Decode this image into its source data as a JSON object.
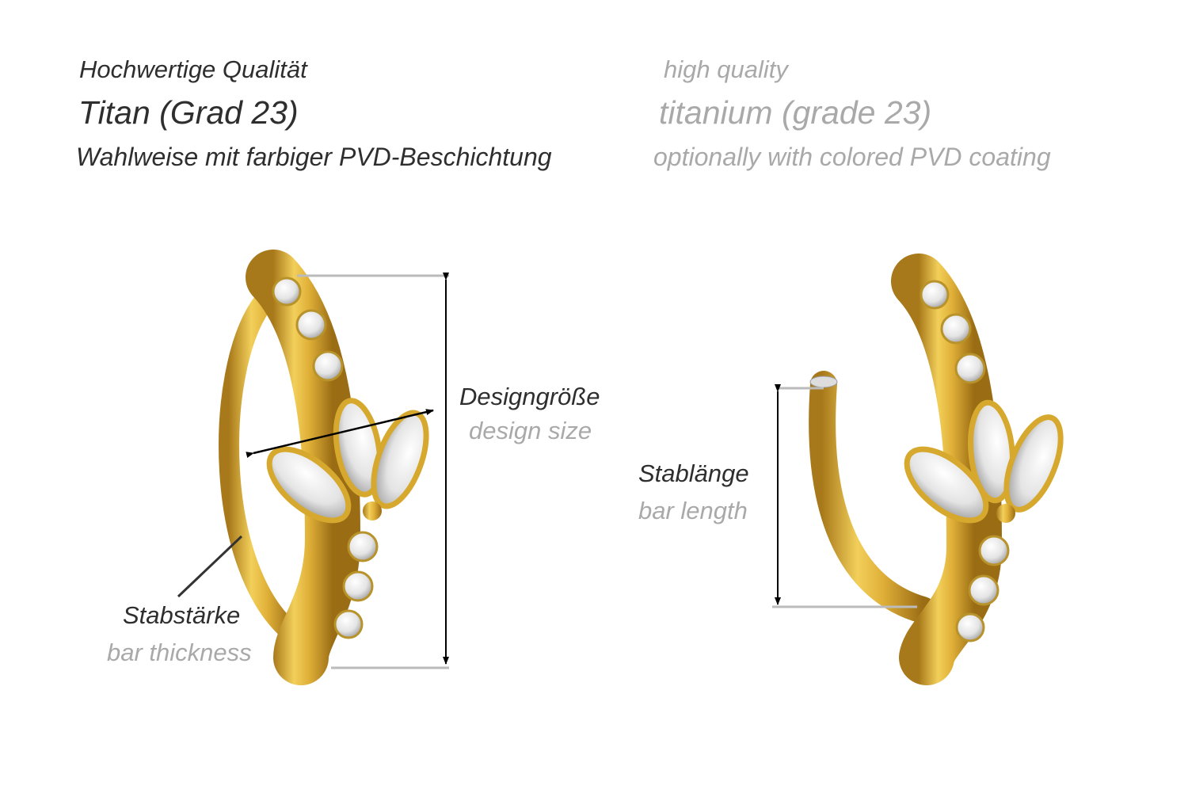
{
  "header": {
    "de": {
      "quality": "Hochwertige Qualität",
      "material": "Titan (Grad 23)",
      "coating": "Wahlweise mit farbiger PVD-Beschichtung"
    },
    "en": {
      "quality": "high quality",
      "material": "titanium (grade 23)",
      "coating": "optionally with colored PVD coating"
    }
  },
  "labels": {
    "design_size": {
      "de": "Designgröße",
      "en": "design size"
    },
    "bar_thickness": {
      "de": "Stabstärke",
      "en": "bar thickness"
    },
    "bar_length": {
      "de": "Stablänge",
      "en": "bar length"
    }
  },
  "colors": {
    "gold": "#d9a92c",
    "dark_text": "#2e2e2e",
    "light_text": "#a9a9a9"
  }
}
